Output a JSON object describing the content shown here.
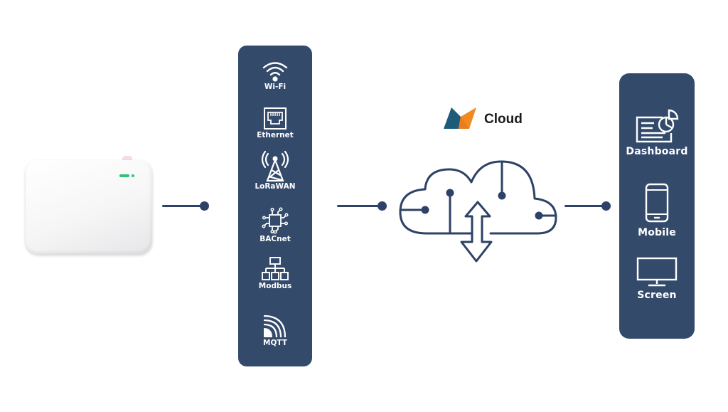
{
  "device": {
    "name": "IoT gateway device",
    "led_color": "#33c07a"
  },
  "protocols_panel": {
    "items": [
      {
        "label": "Wi-Fi",
        "icon": "wifi-icon"
      },
      {
        "label": "Ethernet",
        "icon": "ethernet-icon"
      },
      {
        "label": "LoRaWAN",
        "icon": "antenna-tower-icon"
      },
      {
        "label": "BACnet",
        "icon": "chip-icon"
      },
      {
        "label": "Modbus",
        "icon": "network-tree-icon"
      },
      {
        "label": "MQTT",
        "icon": "signal-icon"
      }
    ]
  },
  "cloud": {
    "label": "Cloud",
    "icon": "cloud-circuit-icon",
    "logo": "brand-logo-icon"
  },
  "outputs_panel": {
    "items": [
      {
        "label": "Dashboard",
        "icon": "dashboard-icon"
      },
      {
        "label": "Mobile",
        "icon": "mobile-icon"
      },
      {
        "label": "Screen",
        "icon": "monitor-icon"
      }
    ]
  },
  "colors": {
    "panel": "#344a6b",
    "connector": "#2d4266",
    "logo_dark": "#1d5b79",
    "logo_orange": "#f28a1e"
  }
}
